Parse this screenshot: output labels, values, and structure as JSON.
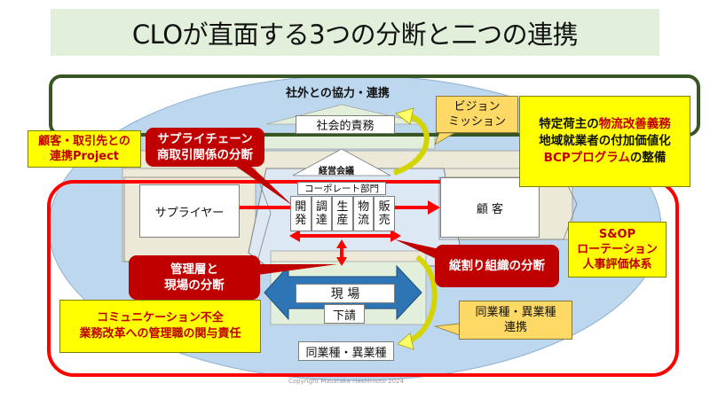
{
  "title": "CLOが直面する3つの分断と二つの連携",
  "outer_frame": {
    "label": "社外との協力・連携"
  },
  "structure": {
    "social_responsibility": "社会的責務",
    "management_meeting": "経営会議",
    "corporate_dept": "コーポレート部門",
    "departments": [
      {
        "line1": "開",
        "line2": "発"
      },
      {
        "line1": "調",
        "line2": "達"
      },
      {
        "line1": "生",
        "line2": "産"
      },
      {
        "line1": "物",
        "line2": "流"
      },
      {
        "line1": "販",
        "line2": "売"
      }
    ],
    "supplier": "サプライヤー",
    "customer": "顧 客",
    "field": "現 場",
    "subcontract": "下請",
    "same_diff_industry": "同業種・異業種"
  },
  "callouts": {
    "supply_chain": {
      "line1": "サプライチェーン",
      "line2": "商取引関係の分断"
    },
    "vertical": {
      "line1": "縦割り組織の分断"
    },
    "management_field": {
      "line1": "管理層と",
      "line2": "現場の分断"
    }
  },
  "notes": {
    "customer_project": {
      "line1": "顧客・取引先との",
      "line2": "連携Project"
    },
    "vision": {
      "line1": "ビジョン",
      "line2": "ミッション"
    },
    "shipper": {
      "line1_a": "特定荷主の",
      "line1_b": "物流改善義務",
      "line2": "地域就業者の付加価値化",
      "line3_a": "BCPプログラム",
      "line3_b": "の整備"
    },
    "sop": {
      "line1": "S&OP",
      "line2": "ローテーション",
      "line3": "人事評価体系"
    },
    "communication": {
      "line1": "コミュニケーション不全",
      "line2": "業務改革への管理職の関与責任"
    },
    "industry_collab": {
      "line1": "同業種・異業種",
      "line2": "連携"
    }
  },
  "footer": {
    "copyright": "Copyright Masataka Hashimoto 2024"
  },
  "colors": {
    "green_frame": "#375623",
    "red_frame": "#ff0000",
    "ellipse": "#bdd7ee",
    "beige": "#ece9d8",
    "blue_arrow": "#2e75b6",
    "yellow_arrow": "#d4d400",
    "red_callout": "#c00000",
    "yellow_note": "#ffff00",
    "orange_note": "#ffd966"
  }
}
